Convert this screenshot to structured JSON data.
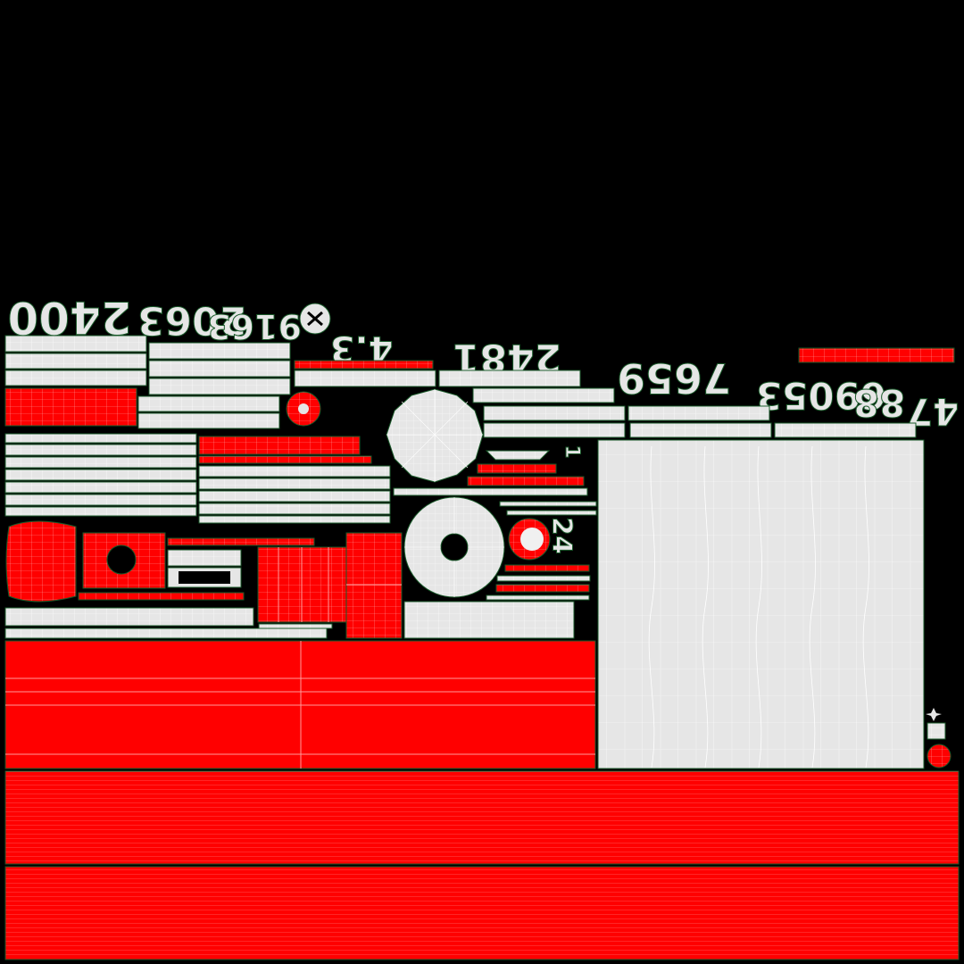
{
  "atlas": {
    "colors": {
      "background": "#000000",
      "red_island": "#ff0000",
      "light_island": "#e6e6e6",
      "outline": "#1a5a2a",
      "wire_on_red": "#ff9a9a",
      "wire_on_light": "#ffffff"
    },
    "glyph_runs": [
      {
        "text": "2400",
        "rotation": 180
      },
      {
        "text": "2063",
        "rotation": 180
      },
      {
        "text": "9163",
        "rotation": 180
      },
      {
        "text": "4.3",
        "rotation": 180
      },
      {
        "text": "2481",
        "rotation": 180
      },
      {
        "text": "7659",
        "rotation": 180
      },
      {
        "text": "69053",
        "rotation": 180
      },
      {
        "text": "88",
        "rotation": 180
      },
      {
        "text": "47",
        "rotation": 180
      },
      {
        "text": "24",
        "rotation": 90
      },
      {
        "text": "1",
        "rotation": 90
      }
    ]
  }
}
